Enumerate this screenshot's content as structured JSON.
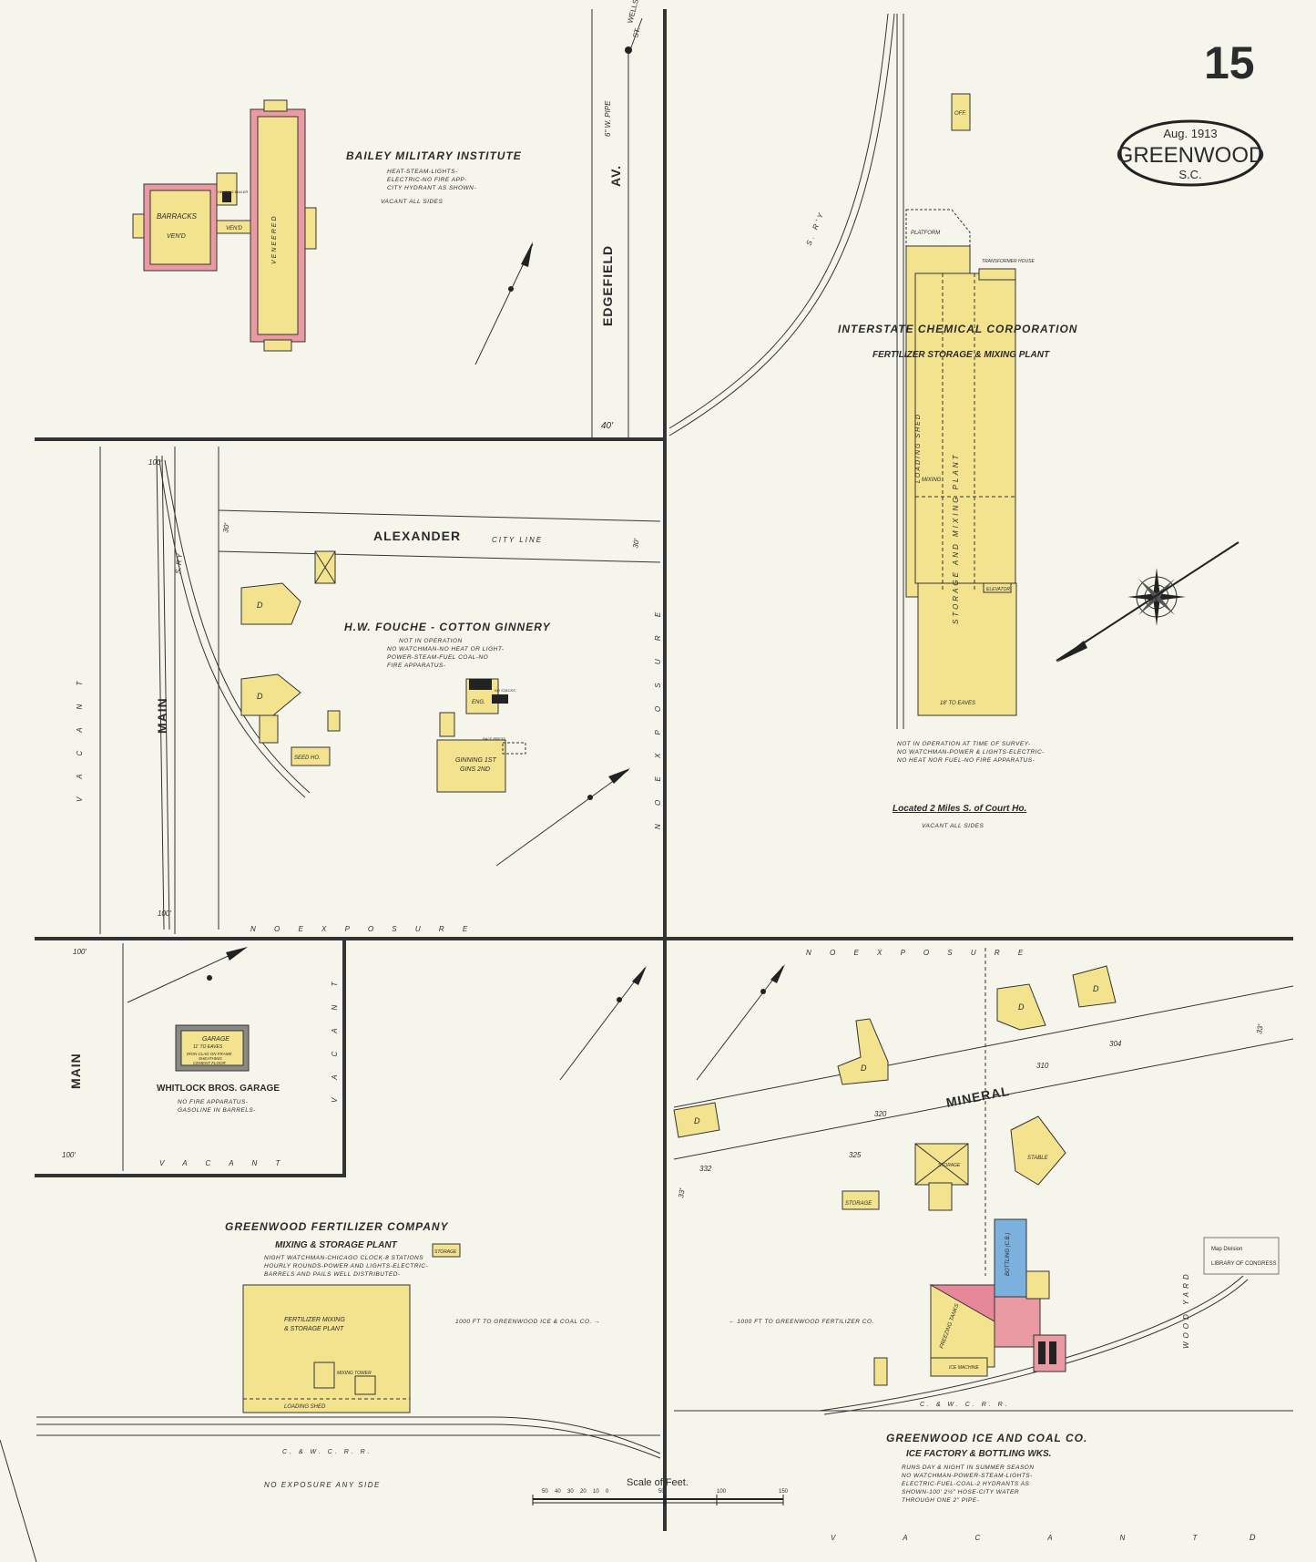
{
  "sheet": {
    "number": "15",
    "date": "Aug. 1913",
    "city": "GREENWOOD",
    "state": "S.C."
  },
  "streets": {
    "edgefield": "EDGEFIELD",
    "edgefield_suffix": "AV.",
    "alexander": "ALEXANDER",
    "city_line": "CITY LINE",
    "main_upper": "MAIN",
    "main_lower": "MAIN",
    "mineral": "MINERAL",
    "wells": "WELLS",
    "wells_suffix": "ST."
  },
  "railroads": {
    "sry_upper": "S. R'Y",
    "sry_main": "S. R'Y",
    "cwcrr_left": "C. & W. C. R. R.",
    "cwcrr_right": "C. & W. C. R. R."
  },
  "widths": {
    "edgefield": "40'",
    "alexander_left": "30'",
    "alexander_right": "30'",
    "main_top": "100'",
    "main_bottom": "100'",
    "main_lower_top": "100'",
    "main_lower_bottom": "100'",
    "mineral_left": "33'",
    "mineral_right": "33'"
  },
  "house_numbers": [
    "332",
    "320",
    "325",
    "310",
    "304"
  ],
  "exposure": {
    "no_exposure_middle": "N O   E X P O S U R E",
    "no_exposure_vertical": "N O   E X P O S U R E",
    "no_exposure_right": "N O   E X P O S U R E",
    "no_exposure_any_side": "NO EXPOSURE ANY SIDE",
    "vacant_left": "V A C A N T",
    "vacant_garage_right": "V A C A N T",
    "vacant_garage_bottom": "V A C A N T",
    "vacant_bottom": "V A C A N T",
    "wood_yard": "WOOD YARD"
  },
  "bailey": {
    "title": "BAILEY MILITARY INSTITUTE",
    "notes": [
      "HEAT-STEAM-LIGHTS-",
      "ELECTRIC-NO FIRE APP-",
      "CITY HYDRANT AS SHOWN-"
    ],
    "vacant": "VACANT  ALL SIDES",
    "barracks": "BARRACKS",
    "barracks_note": "VEN'D",
    "veneered": "VENEERED",
    "heating": "HEATING BOILER",
    "vend": "VEN'D"
  },
  "interstate": {
    "title": "INTERSTATE CHEMICAL CORPORATION",
    "subtitle": "FERTILIZER STORAGE & MIXING PLANT",
    "platform": "PLATFORM",
    "transformer": "TRANSFORMER HOUSE",
    "loading_shed": "LOADING SHED",
    "storage": "STORAGE AND MIXING PLANT",
    "elevator": "ELEVATOR",
    "mixing": "MIXING",
    "eaves": "18' TO EAVES",
    "off": "OFF.",
    "notes": [
      "NOT IN OPERATION AT TIME OF SURVEY-",
      "NO WATCHMAN-POWER & LIGHTS-ELECTRIC-",
      "NO HEAT NOR FUEL-NO FIRE APPARATUS-"
    ],
    "located": "Located 2 Miles S. of Court Ho.",
    "vacant": "VACANT ALL SIDES"
  },
  "fouche": {
    "title": "H.W. FOUCHE - COTTON GINNERY",
    "notes": [
      "NOT IN OPERATION",
      "NO WATCHMAN-NO HEAT OR LIGHT-",
      "POWER-STEAM-FUEL COAL-NO",
      "FIRE APPARATUS-"
    ],
    "ginning": "GINNING 1ST",
    "gins": "GINS 2ND",
    "seed_ho": "SEED HO.",
    "eng": "ENG.",
    "bale_press": "BALE PRESS",
    "no_stacks": "NO STACKS"
  },
  "garage": {
    "name": "GARAGE",
    "eaves": "11' TO EAVES",
    "construction": [
      "IRON CLAD ON FRAME",
      "SHEATHING",
      "CEMENT FLOOR"
    ],
    "title": "WHITLOCK BROS. GARAGE",
    "notes": [
      "NO FIRE APPARATUS-",
      "GASOLINE IN BARRELS-"
    ]
  },
  "fertilizer": {
    "title": "GREENWOOD FERTILIZER COMPANY",
    "subtitle": "MIXING & STORAGE PLANT",
    "notes": [
      "NIGHT WATCHMAN-CHICAGO CLOCK-8 STATIONS",
      "HOURLY ROUNDS-POWER AND LIGHTS-ELECTRIC-",
      "BARRELS AND PAILS WELL DISTRIBUTED-"
    ],
    "building": "FERTILIZER MIXING",
    "building2": "& STORAGE PLANT",
    "mixing_tower": "MIXING TOWER",
    "loading_shed": "LOADING SHED",
    "storage": "STORAGE",
    "to_ice": "1000 FT TO GREENWOOD ICE & COAL CO. →"
  },
  "ice": {
    "title": "GREENWOOD ICE AND COAL CO.",
    "subtitle": "ICE FACTORY & BOTTLING WKS.",
    "notes": [
      "RUNS DAY & NIGHT IN SUMMER SEASON",
      "NO WATCHMAN-POWER-STEAM-LIGHTS-",
      "ELECTRIC-FUEL-COAL-2 HYDRANTS AS",
      "SHOWN-100' 2½\" HOSE-CITY WATER",
      "THROUGH ONE 2\" PIPE-"
    ],
    "to_fertilizer": "←  1000 FT TO GREENWOOD FERTILIZER CO.",
    "freezing": "FREEZING TANKS",
    "bottling": "BOTTLING (C.B.)",
    "ice_machine": "ICE MACHINE",
    "storage": "STORAGE",
    "stable": "STABLE",
    "storage2": "STORAGE"
  },
  "dwellings": [
    "D",
    "D",
    "D",
    "D",
    "D",
    "D"
  ],
  "scale": {
    "title": "Scale of Feet.",
    "ticks": [
      "50",
      "40",
      "30",
      "20",
      "10",
      "0",
      "50",
      "100",
      "150"
    ]
  },
  "stamp": [
    "Map Division",
    "LIBRARY OF CONGRESS"
  ],
  "compass": "N",
  "water_pipe": "6\" W. PIPE",
  "catalog_mark": "D"
}
